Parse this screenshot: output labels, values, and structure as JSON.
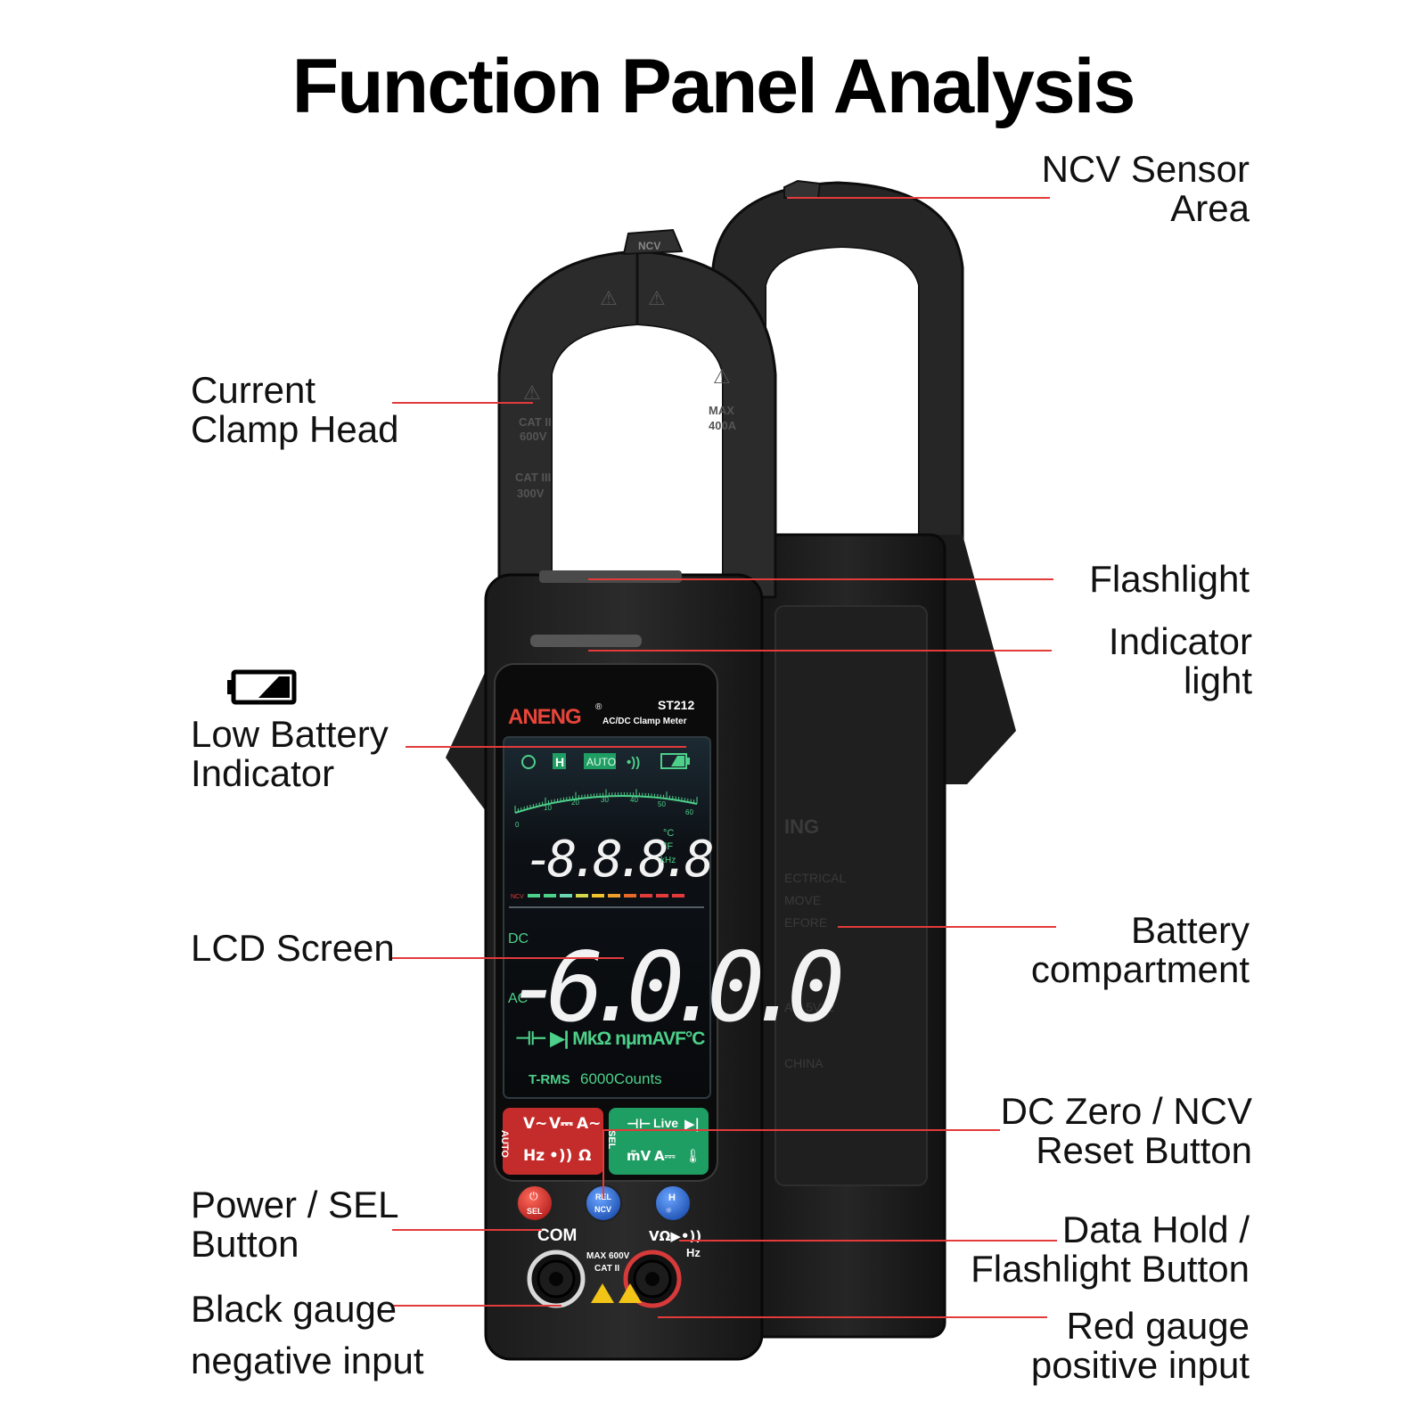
{
  "title": "Function Panel Analysis",
  "labels": {
    "ncv_sensor": [
      "NCV Sensor",
      "Area"
    ],
    "clamp_head": [
      "Current",
      "Clamp Head"
    ],
    "flashlight": [
      "Flashlight"
    ],
    "indicator_light": [
      "Indicator",
      "light"
    ],
    "low_battery": [
      "Low Battery",
      "Indicator"
    ],
    "lcd_screen": [
      "LCD Screen"
    ],
    "battery_compartment": [
      "Battery",
      "compartment"
    ],
    "dc_zero": [
      "DC Zero / NCV",
      "Reset Button"
    ],
    "power_sel": [
      "Power / SEL",
      "Button"
    ],
    "data_hold": [
      "Data Hold /",
      "Flashlight Button"
    ],
    "black_gauge": [
      "Black gauge",
      "negative input"
    ],
    "red_gauge": [
      "Red gauge",
      "positive input"
    ]
  },
  "device": {
    "brand": "ANENG",
    "registered": "®",
    "model": "ST212",
    "subtitle": "AC/DC Clamp Meter",
    "clamp_top_label": "NCV",
    "clamp_left_text": [
      "CAT II",
      "600V",
      "CAT III",
      "300V"
    ],
    "clamp_right_text": [
      "MAX",
      "400A"
    ],
    "lcd": {
      "icon_hold": "H",
      "icon_auto": "AUTO",
      "sound": "•))",
      "scale_ticks": [
        "0",
        "10",
        "20",
        "30",
        "40",
        "50",
        "60"
      ],
      "top_reading": "-8.8.8.8",
      "top_units": [
        "°C",
        "°F",
        "kHz"
      ],
      "ncv": "NCV",
      "dc": "DC",
      "ac": "AC",
      "main_reading": "-6.0.0.0",
      "unit_row": "⊣⊢ ▶| MkΩ nμmAVF°C",
      "footer_trms": "T-RMS",
      "footer_counts": "6000Counts"
    },
    "modes_left": {
      "side": "AUTO",
      "row1": [
        "V~",
        "V⎓",
        "A~"
      ],
      "row2": [
        "Hz",
        "•))",
        "Ω"
      ]
    },
    "modes_right": {
      "side": "SEL",
      "row1": [
        "⊣⊢",
        "Live",
        "▶|"
      ],
      "row2": [
        "m̃V",
        "A⎓",
        "🌡"
      ]
    },
    "buttons": {
      "power": "SEL",
      "rel_top": "REL",
      "rel_bottom": "NCV",
      "hold": "H"
    },
    "ports": {
      "com": "COM",
      "max_line1": "MAX 600V",
      "max_line2": "CAT II",
      "vohm": "VΩ▶•))",
      "hz": "Hz"
    },
    "back_text": [
      "ING",
      "ECTRICAL",
      "MOVE",
      "EFORE",
      "A 1.5Vx2",
      "CHINA"
    ]
  },
  "colors": {
    "leader": "#e33a3a",
    "lcd_green": "#4dd08a",
    "mode_red": "#c42b2b",
    "mode_green": "#1f9e63",
    "button_blue": "#2a64c9"
  }
}
